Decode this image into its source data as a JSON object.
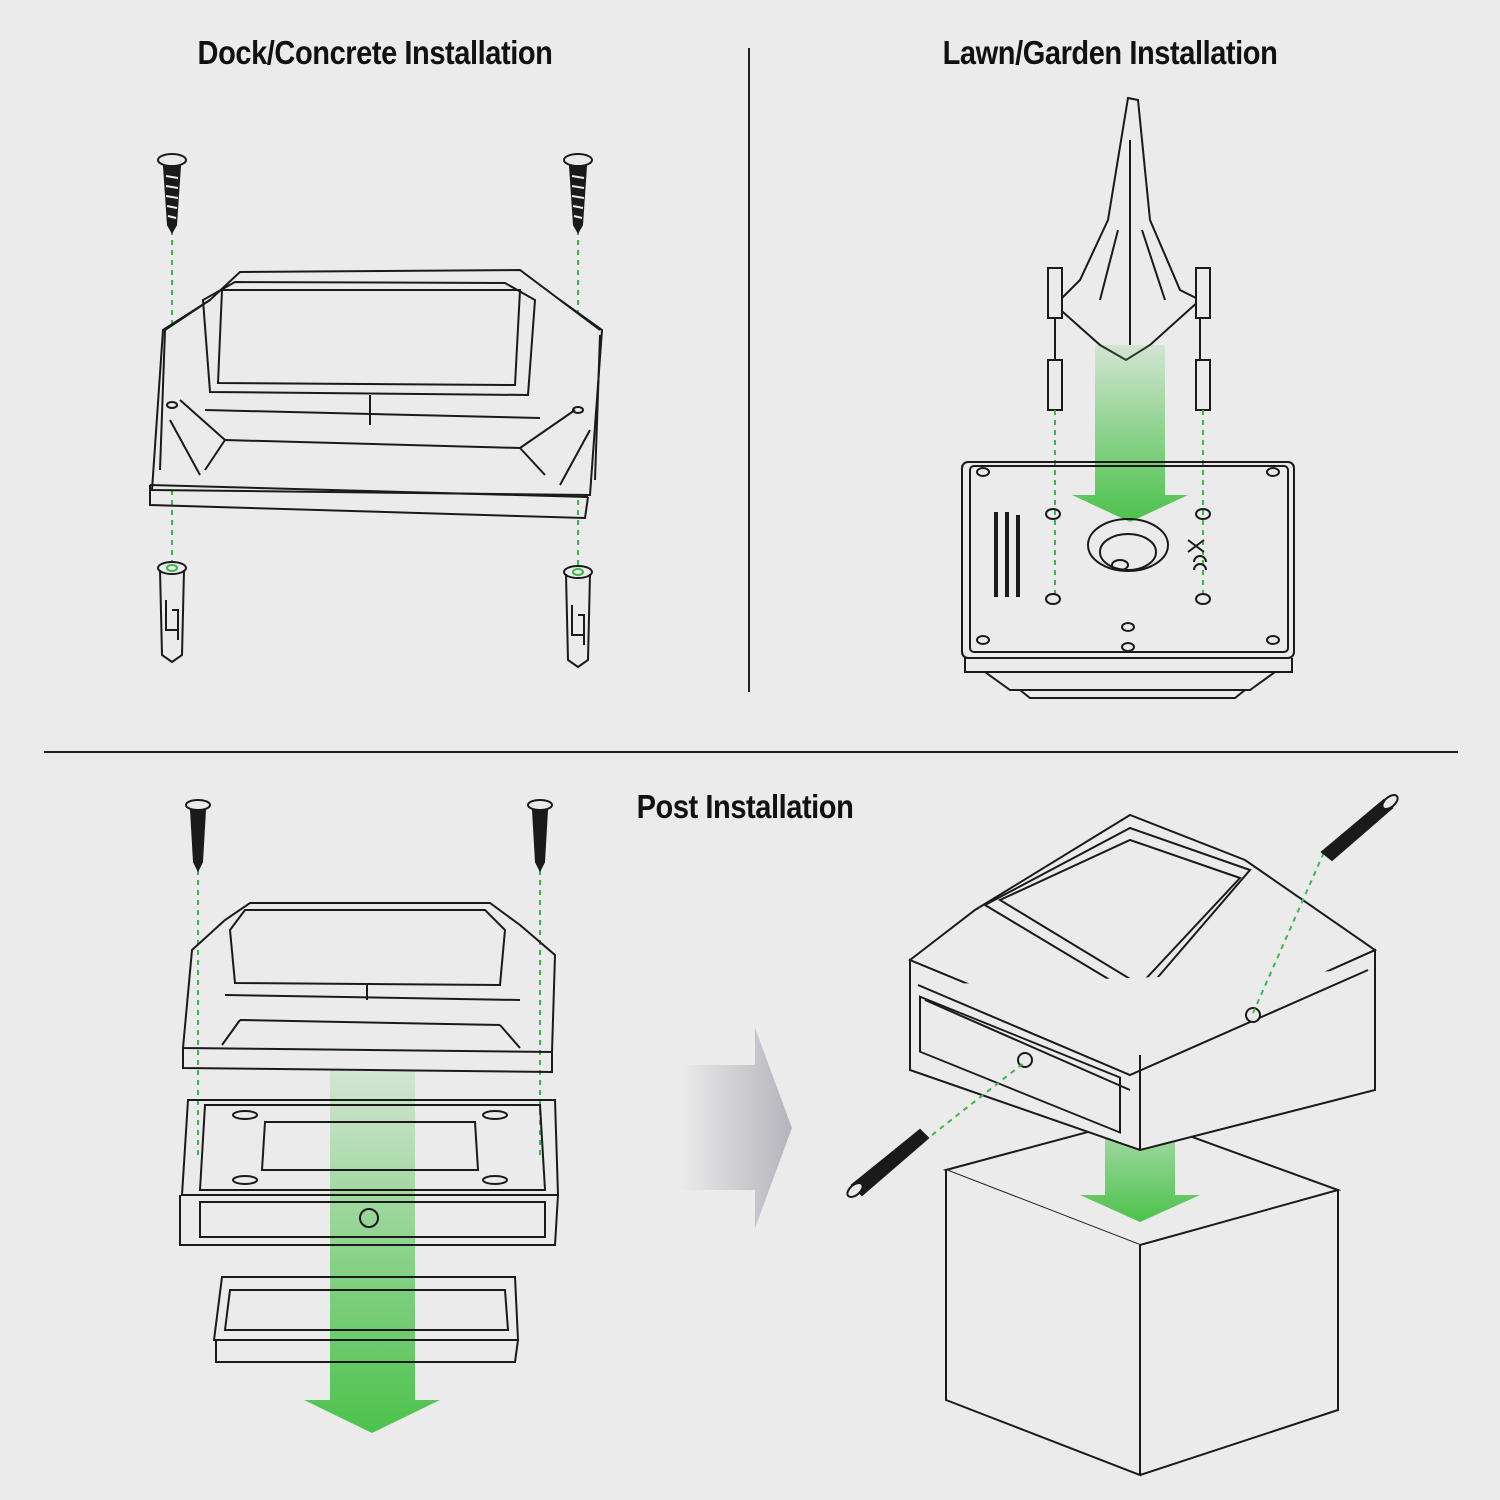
{
  "sections": {
    "dock": {
      "title": "Dock/Concrete Installation"
    },
    "lawn": {
      "title": "Lawn/Garden Installation"
    },
    "post": {
      "title": "Post Installation"
    }
  },
  "colors": {
    "background": "#ebebeb",
    "line": "#1a1a1a",
    "guide_green": "#3cb84a",
    "arrow_green": "#4cc24c",
    "flow_arrow_gray": "#b8b8be"
  }
}
